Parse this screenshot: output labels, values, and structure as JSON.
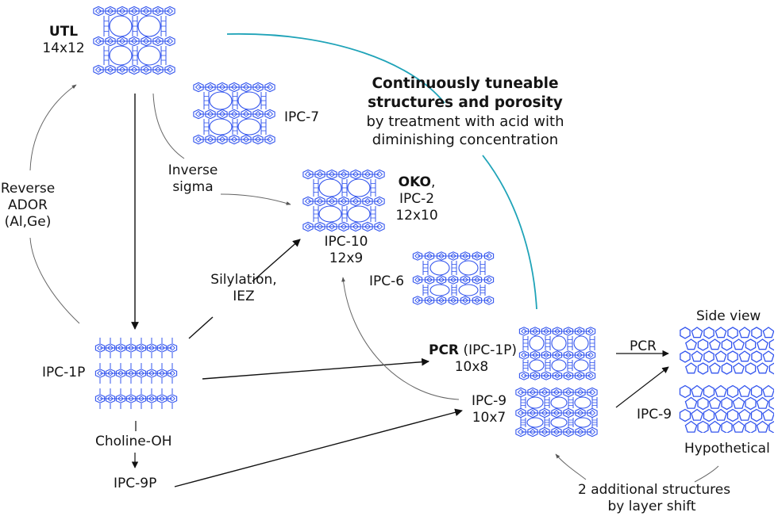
{
  "colors": {
    "framework": "#3355ee",
    "arrow": "#111111",
    "thin_arrow": "#666666",
    "accent_arc": "#1fa3b8"
  },
  "nodes": {
    "utl": {
      "name": "UTL",
      "pore": "14x12"
    },
    "ipc7": {
      "name": "IPC-7"
    },
    "oko": {
      "name": "OKO",
      "suffix": ",",
      "alt": "IPC-2",
      "pore": "12x10"
    },
    "ipc10": {
      "name": "IPC-10",
      "pore": "12x9"
    },
    "ipc6": {
      "name": "IPC-6"
    },
    "ipc1p": {
      "name": "IPC-1P"
    },
    "ipc9p": {
      "name": "IPC-9P"
    },
    "pcr": {
      "name": "PCR",
      "alt": "(IPC-1P)",
      "pore": "10x8"
    },
    "ipc9": {
      "name": "IPC-9",
      "pore": "10x7"
    }
  },
  "processes": {
    "reverse_ador": [
      "Reverse",
      "ADOR",
      "(Al,Ge)"
    ],
    "inverse_sigma": [
      "Inverse",
      "sigma"
    ],
    "silylation": [
      "Silylation,",
      "IEZ"
    ],
    "choline": "Choline-OH",
    "pcr_arrow": "PCR",
    "ipc9_arrow": "IPC-9"
  },
  "callout": {
    "bold_lines": [
      "Continuously tuneable",
      "structures and porosity"
    ],
    "regular_lines": [
      "by treatment with acid with",
      "diminishing concentration"
    ]
  },
  "side_view": {
    "title": "Side view",
    "caption": "Hypothetical",
    "note": [
      "2 additional structures",
      "by layer shift"
    ]
  }
}
